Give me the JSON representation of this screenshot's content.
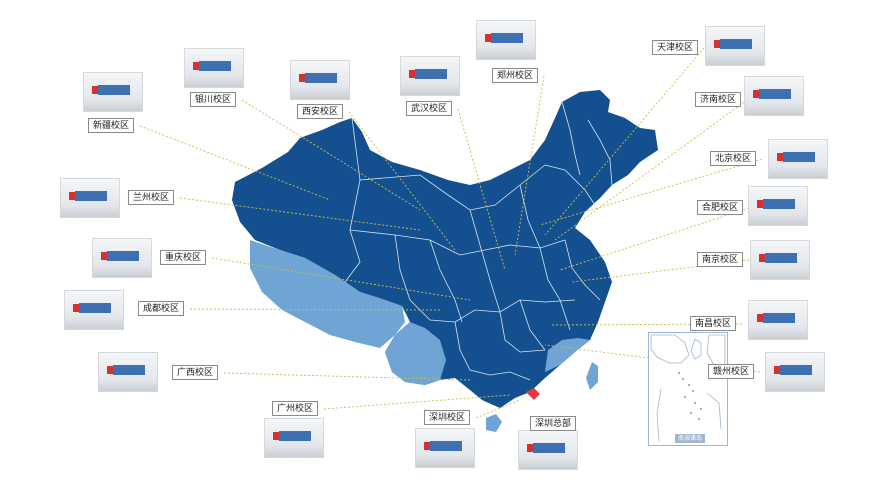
{
  "map": {
    "colors": {
      "province_fill": "#14508f",
      "province_light_fill": "#6fa4d4",
      "highlight_fill": "#e8383d",
      "border": "#d6e3f2",
      "leader_line": "#cbbf44"
    },
    "headquarters": {
      "label": "深圳总部"
    },
    "campuses": [
      {
        "label": "新疆校区",
        "photo": "office-photo"
      },
      {
        "label": "银川校区",
        "photo": "office-photo"
      },
      {
        "label": "西安校区",
        "photo": "office-photo"
      },
      {
        "label": "武汉校区",
        "photo": "office-photo"
      },
      {
        "label": "郑州校区",
        "photo": "office-photo"
      },
      {
        "label": "天津校区",
        "photo": "office-photo"
      },
      {
        "label": "济南校区",
        "photo": "office-photo"
      },
      {
        "label": "北京校区",
        "photo": "office-photo"
      },
      {
        "label": "合肥校区",
        "photo": "office-photo"
      },
      {
        "label": "南京校区",
        "photo": "office-photo"
      },
      {
        "label": "南昌校区",
        "photo": "office-photo"
      },
      {
        "label": "赣州校区",
        "photo": "office-photo"
      },
      {
        "label": "兰州校区",
        "photo": "office-photo"
      },
      {
        "label": "重庆校区",
        "photo": "office-photo"
      },
      {
        "label": "成都校区",
        "photo": "office-photo"
      },
      {
        "label": "广西校区",
        "photo": "office-photo"
      },
      {
        "label": "广州校区",
        "photo": "office-photo"
      },
      {
        "label": "深圳校区",
        "photo": "office-photo"
      }
    ],
    "inset_caption": "南海诸岛"
  }
}
